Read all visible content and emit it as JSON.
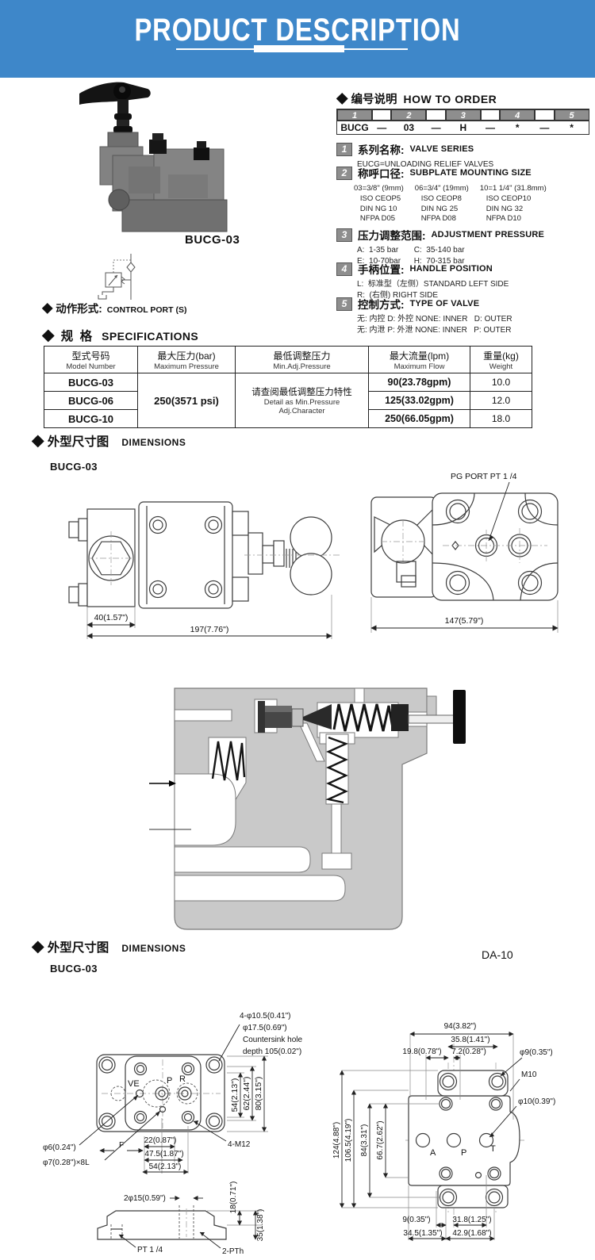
{
  "banner": {
    "title": "PRODUCT DESCRIPTION"
  },
  "product": {
    "model": "BUCG-03",
    "action_zh": "◆ 动作形式:",
    "action_en": "CONTROL PORT (S)"
  },
  "how_to_order": {
    "heading_zh": "◆ 编号说明",
    "heading_en": "HOW TO ORDER",
    "cols": [
      "1",
      "2",
      "3",
      "4",
      "5"
    ],
    "code": [
      "BUCG",
      "—",
      "03",
      "—",
      "H",
      "—",
      "*",
      "—",
      "*"
    ],
    "items": [
      {
        "num": "1",
        "zh": "系列名称:",
        "en": "VALVE SERIES",
        "body": "EUCG=UNLOADING RELIEF VALVES"
      },
      {
        "num": "2",
        "zh": "称呼口径:",
        "en": "SUBPLATE MOUNTING SIZE",
        "col1": "03=3/8\" (9mm)\n   ISO CEOP5\n   DIN NG 10\n   NFPA D05",
        "col2": "06=3/4\" (19mm)\n   ISO CEOP8\n   DIN NG 25\n   NFPA D08",
        "col3": "10=1 1/4\" (31.8mm)\n   ISO CEOP10\n   DIN NG 32\n   NFPA D10"
      },
      {
        "num": "3",
        "zh": "压力调整范围:",
        "en": "ADJUSTMENT PRESSURE",
        "body": "A:  1-35 bar       C:  35-140 bar\nE:  10-70bar      H:  70-315 bar"
      },
      {
        "num": "4",
        "zh": "手柄位置:",
        "en": "HANDLE POSITION",
        "body": "L:  标准型（左侧）STANDARD LEFT SIDE\nR:  (右侧) RIGHT SIDE"
      },
      {
        "num": "5",
        "zh": "控制方式:",
        "en": "TYPE OF VALVE",
        "body": "无: 内控 D: 外控 NONE: INNER   D: OUTER\n无: 内泄 P: 外泄 NONE: INNER   P: OUTER"
      }
    ]
  },
  "specifications": {
    "heading_zh": "◆ 规  格",
    "heading_en": "SPECIFICATIONS",
    "col_model_zh": "型式号码",
    "col_model_en": "Model Number",
    "col_pressure_zh": "最大压力(bar)",
    "col_pressure_en": "Maximum Pressure",
    "col_minadj_zh": "最低调整压力",
    "col_minadj_en": "Min.Adj.Pressure",
    "col_flow_zh": "最大流量(lpm)",
    "col_flow_en": "Maximum Flow",
    "col_weight_zh": "重量(kg)",
    "col_weight_en": "Weight",
    "pressure_value": "250(3571 psi)",
    "minadj_zh": "请查阅最低调整压力特性",
    "minadj_en1": "Detail as Min.Pressure",
    "minadj_en2": "Adj.Character",
    "rows": [
      {
        "model": "BUCG-03",
        "flow": "90(23.78gpm)",
        "weight": "10.0"
      },
      {
        "model": "BUCG-06",
        "flow": "125(33.02gpm)",
        "weight": "12.0"
      },
      {
        "model": "BUCG-10",
        "flow": "250(66.05gpm)",
        "weight": "18.0"
      }
    ]
  },
  "dim1": {
    "heading_zh": "◆ 外型尺寸图",
    "heading_en": "DIMENSIONS",
    "model": "BUCG-03",
    "pg_port": "PG PORT PT 1 /4",
    "d40": "40(1.57\")",
    "d197": "197(7.76\")",
    "d147": "147(5.79\")"
  },
  "dim2": {
    "heading_zh": "◆ 外型尺寸图",
    "heading_en": "DIMENSIONS",
    "model": "BUCG-03",
    "variant": "DA-10",
    "left": {
      "ann1": "4-φ10.5(0.41\")",
      "ann2": "φ17.5(0.69\")",
      "ann3": "Countersink hole",
      "ann4": "depth 105(0.02\")",
      "ve": "VE",
      "p": "P",
      "r": "R",
      "d54r": "54(2.13\")",
      "d62": "62(2.44\")",
      "d80": "80(3.15\")",
      "phi6": "φ6(0.24\")",
      "phi7": "φ7(0.28\")×8L",
      "f": "F",
      "d22": "22(0.87\")",
      "d475": "47.5(1.87\")",
      "d54b": "54(2.13\")",
      "m12": "4-M12",
      "d2phi15": "2φ15(0.59\")",
      "d18": "18(0.71\")",
      "d35": "35(1.38\")",
      "pt14": "PT 1 /4",
      "pth": "2-PTh"
    },
    "right": {
      "d94": "94(3.82\")",
      "d358": "35.8(1.41\")",
      "d198": "19.8(0.78\")",
      "d72": "7.2(0.28\")",
      "phi9": "φ9(0.35\")",
      "m10": "M10",
      "phi10": "φ10(0.39\")",
      "d124": "124(4.88\")",
      "d1065": "106.5(4.19\")",
      "d84": "84(3.31\")",
      "d667": "66.7(2.62\")",
      "a": "A",
      "p": "P",
      "t": "T",
      "d9": "9(0.35\")",
      "d318": "31.8(1.25\")",
      "d345": "34.5(1.35\")",
      "d429": "42.9(1.68\")"
    }
  }
}
